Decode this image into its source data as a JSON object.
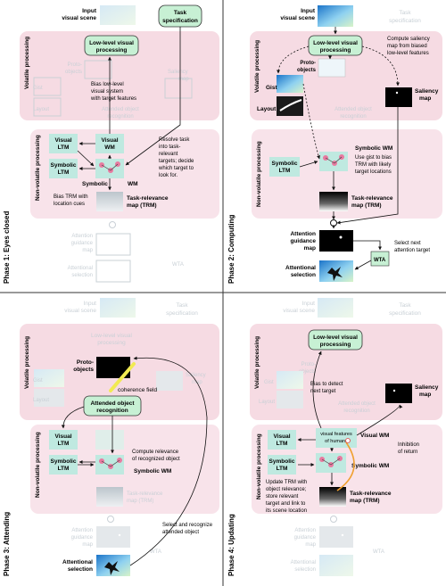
{
  "phases": [
    {
      "phase_label": "Phase 1: Eyes closed",
      "input_label": "Input visual scene",
      "task_label": "Task specification",
      "volatile_label": "Volatile processing",
      "nonvolatile_label": "Non-volatile processing",
      "low_level_label": "Low-level visual processing",
      "proto_label": "Proto-objects",
      "gist_label": "Gist",
      "layout_label": "Layout",
      "saliency_label": "Saliency map",
      "aor_label": "Attended object recognition",
      "visual_ltm_label": "Visual LTM",
      "symbolic_ltm_label": "Symbolic LTM",
      "visual_wm_label": "Visual WM",
      "symbolic_wm_label": "Symbolic WM",
      "trm_label": "Task-relevance map (TRM)",
      "agm_label": "Attention guidance map",
      "wta_label": "WTA",
      "attsel_label": "Attentional selection",
      "notes": [
        "Bias low-level visual system with target features",
        "Resolve task into task-relevant targets; decide which target to look for.",
        "Bias TRM with location cues"
      ]
    },
    {
      "phase_label": "Phase 2: Computing",
      "input_label": "Input visual scene",
      "task_label": "Task specification",
      "volatile_label": "Volatile processing",
      "nonvolatile_label": "Non-volatile processing",
      "low_level_label": "Low-level visual processing",
      "proto_label": "Proto-objects",
      "gist_label": "Gist",
      "layout_label": "Layout",
      "saliency_label": "Saliency map",
      "aor_label": "Attended object recognition",
      "symbolic_ltm_label": "Symbolic LTM",
      "symbolic_wm_label": "Symbolic WM",
      "trm_label": "Task-relevance map (TRM)",
      "agm_label": "Attention guidance map",
      "wta_label": "WTA",
      "attsel_label": "Attentional selection",
      "notes": [
        "Compute saliency map from biased low-level features",
        "Use gist to bias TRM with likely target locations",
        "Select next attention target"
      ]
    },
    {
      "phase_label": "Phase 3: Attending",
      "input_label": "Input visual scene",
      "task_label": "Task specification",
      "volatile_label": "Volatile processing",
      "nonvolatile_label": "Non-volatile processing",
      "low_level_label": "Low-level visual processing",
      "proto_label": "Proto-objects",
      "gist_label": "Gist",
      "layout_label": "Layout",
      "saliency_label": "Saliency map",
      "aor_label": "Attended object recognition",
      "visual_ltm_label": "Visual LTM",
      "symbolic_ltm_label": "Symbolic LTM",
      "symbolic_wm_label": "Symbolic WM",
      "trm_label": "Task-relevance map (TRM)",
      "agm_label": "Attention guidance map",
      "wta_label": "WTA",
      "attsel_label": "Attentional selection",
      "notes": [
        "coherence field",
        "Compute relevance of recognized object",
        "Select and recognize attended object"
      ]
    },
    {
      "phase_label": "Phase 4: Updating",
      "input_label": "Input visual scene",
      "task_label": "Task specification",
      "volatile_label": "Volatile processing",
      "nonvolatile_label": "Non-volatile processing",
      "low_level_label": "Low-level visual processing",
      "proto_label": "Proto-objects",
      "gist_label": "Gist",
      "layout_label": "Layout",
      "saliency_label": "Saliency map",
      "aor_label": "Attended object recognition",
      "visual_ltm_label": "Visual LTM",
      "symbolic_ltm_label": "Symbolic LTM",
      "visual_wm_label": "Visual WM",
      "symbolic_wm_label": "Symbolic WM",
      "trm_label": "Task-relevance map (TRM)",
      "agm_label": "Attention guidance map",
      "wta_label": "WTA",
      "attsel_label": "Attentional selection",
      "features_label": "visual features of humans",
      "notes": [
        "Bias to detect next target",
        "Inhibition of return",
        "Update TRM with object relevance; store relevant target and link to its scene location"
      ]
    }
  ],
  "colors": {
    "volatile_panel": "#f6dbe3",
    "nonvolatile_panel": "#f8e3ea",
    "green_box": "#c7f0d4",
    "teal_box": "#bfe9e0",
    "faded_text": "#c9d0d6",
    "arrow": "#111111"
  }
}
